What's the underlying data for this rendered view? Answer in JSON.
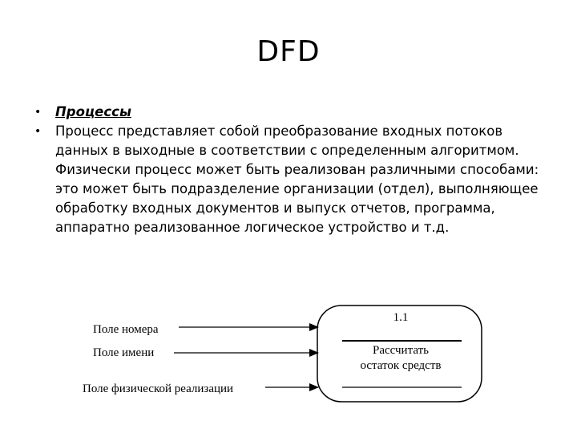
{
  "slide": {
    "title": "DFD",
    "bullets": [
      {
        "marker": "•",
        "heading": "Процессы"
      },
      {
        "marker": "•",
        "lines": [
          "Процесс представляет собой преобразование входных потоков",
          "данных в выходные в соответствии с определенным алгоритмом.",
          "Физически процесс может быть реализован различными способами:",
          "это может быть подразделение организации (отдел), выполняющее",
          "обработку входных документов и выпуск отчетов, программа,",
          "аппаратно реализованное логическое устройство и т.д."
        ]
      }
    ]
  },
  "diagram": {
    "inputs": [
      {
        "label": "Поле номера"
      },
      {
        "label": "Поле имени"
      },
      {
        "label": "Поле физической реализации"
      }
    ],
    "process": {
      "id": "1.1",
      "name_line1": "Рассчитать",
      "name_line2": "остаток средств"
    },
    "colors": {
      "stroke": "#000000",
      "background": "#ffffff"
    }
  }
}
